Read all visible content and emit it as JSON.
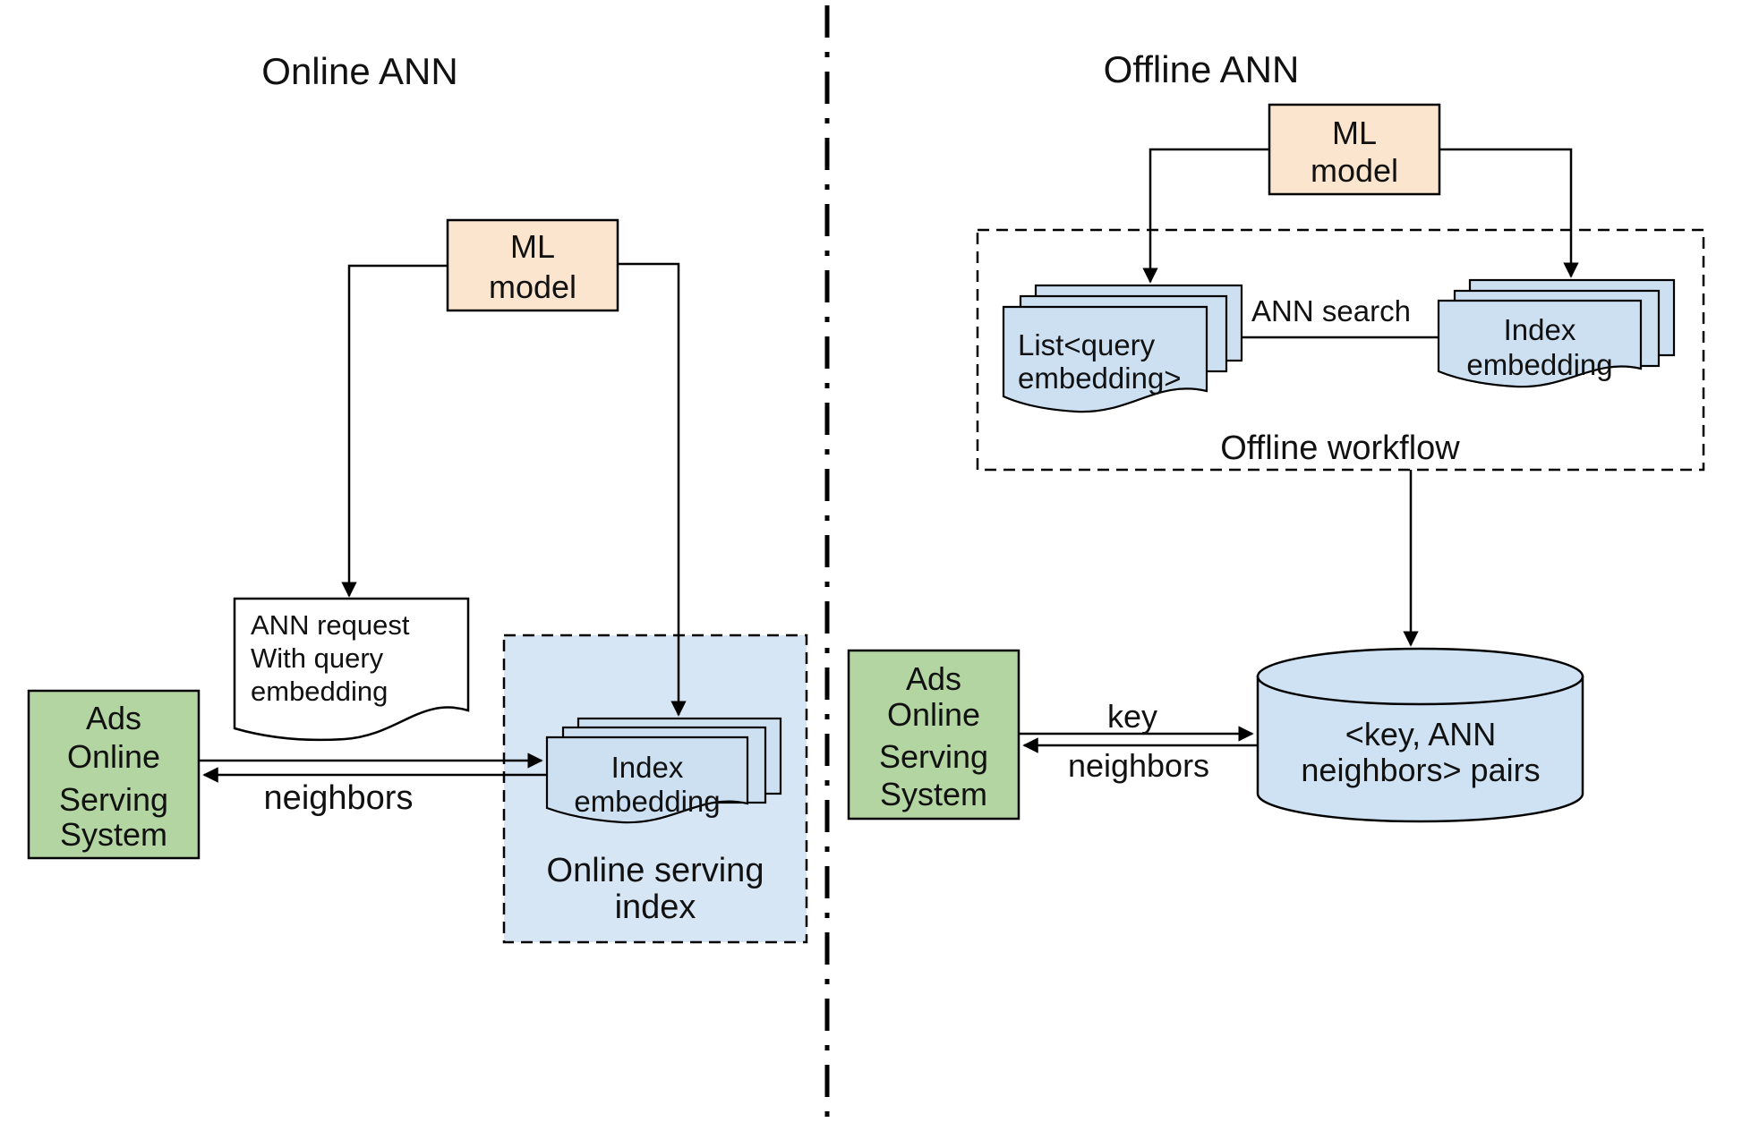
{
  "colors": {
    "ml_model_fill": "#FBE5CE",
    "ads_system_fill": "#B3D5A2",
    "sheet_fill": "#CDE0F2",
    "serving_index_fill": "#D7E6F5",
    "cylinder_fill": "#CFE2F3",
    "stroke": "#000000",
    "background": "#FFFFFF"
  },
  "online": {
    "title": "Online ANN",
    "ml_model": [
      "ML",
      "model"
    ],
    "request_doc": [
      "ANN request",
      "With query",
      "embedding"
    ],
    "ads_system": [
      "Ads",
      "Online",
      "Serving",
      "System"
    ],
    "neighbors_label": "neighbors",
    "index_stack": [
      "Index",
      "embedding"
    ],
    "serving_index": [
      "Online serving",
      "index"
    ]
  },
  "offline": {
    "title": "Offline ANN",
    "ml_model": [
      "ML",
      "model"
    ],
    "query_stack": [
      "List<query",
      "embedding>"
    ],
    "ann_search_label": "ANN search",
    "index_stack": [
      "Index",
      "embedding"
    ],
    "workflow_label": "Offline workflow",
    "ads_system": [
      "Ads",
      "Online",
      "Serving",
      "System"
    ],
    "key_label": "key",
    "neighbors_label": "neighbors",
    "kv_store": [
      "<key, ANN",
      "neighbors> pairs"
    ]
  }
}
